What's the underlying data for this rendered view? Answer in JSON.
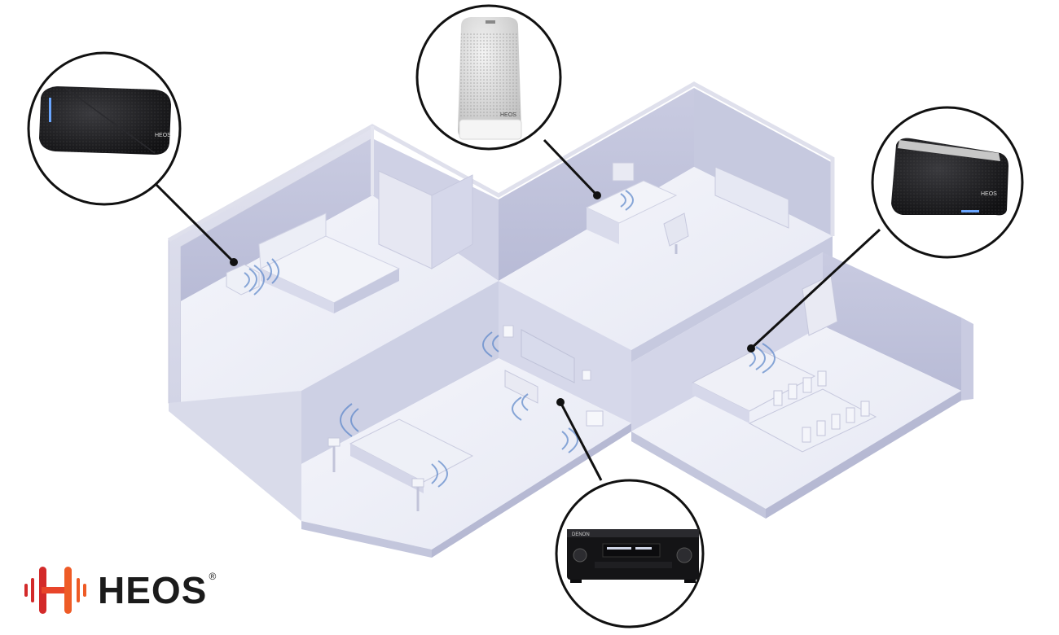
{
  "brand": {
    "name": "HEOS",
    "registered_mark": "®",
    "colors": {
      "mark_red": "#d32a2a",
      "mark_orange": "#ee5b26",
      "wordmark": "#1b1b1b"
    }
  },
  "scene": {
    "description_icons": [
      "house-cutaway",
      "speaker-callout",
      "receiver-callout"
    ],
    "wave_color": "#5b86c9",
    "callouts": [
      {
        "name": "bedroom-speaker-callout",
        "device": "HEOS portable speaker (black)"
      },
      {
        "name": "office-speaker-callout",
        "device": "HEOS speaker (white)"
      },
      {
        "name": "kitchen-speaker-callout",
        "device": "HEOS speaker (black)"
      },
      {
        "name": "living-room-receiver-callout",
        "device": "Denon AV receiver"
      }
    ],
    "device_labels": {
      "speaker_badge": "HEOS",
      "receiver_badge": "DENON"
    }
  }
}
